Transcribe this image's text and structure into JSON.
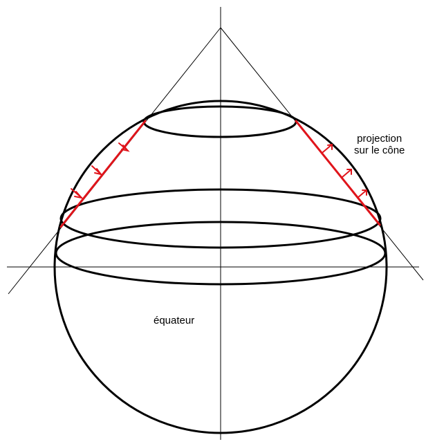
{
  "labels": {
    "projection_line1": "projection",
    "projection_line2": "sur le cône",
    "equator": "équateur"
  },
  "colors": {
    "stroke": "#000000",
    "projection": "#e0141b",
    "background": "#ffffff"
  }
}
